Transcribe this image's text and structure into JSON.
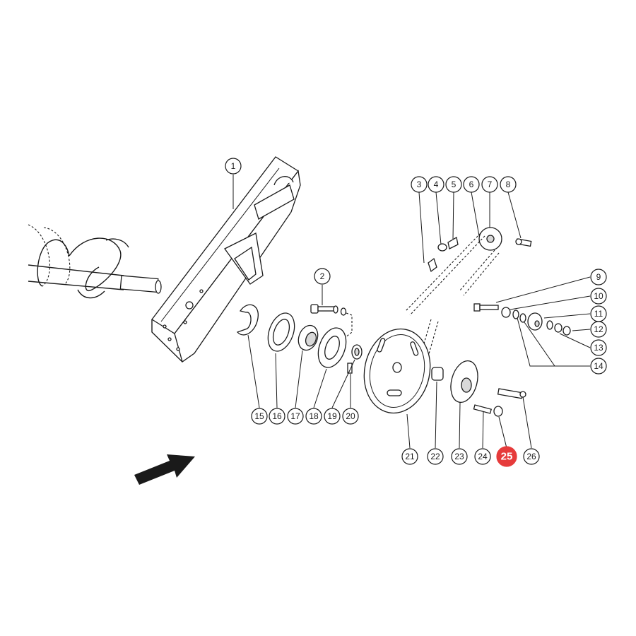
{
  "diagram": {
    "callouts": [
      {
        "id": "1",
        "label": "1",
        "highlight": false
      },
      {
        "id": "2",
        "label": "2",
        "highlight": false
      },
      {
        "id": "3",
        "label": "3",
        "highlight": false
      },
      {
        "id": "4",
        "label": "4",
        "highlight": false
      },
      {
        "id": "5",
        "label": "5",
        "highlight": false
      },
      {
        "id": "6",
        "label": "6",
        "highlight": false
      },
      {
        "id": "7",
        "label": "7",
        "highlight": false
      },
      {
        "id": "8",
        "label": "8",
        "highlight": false
      },
      {
        "id": "9",
        "label": "9",
        "highlight": false
      },
      {
        "id": "10",
        "label": "10",
        "highlight": false
      },
      {
        "id": "11",
        "label": "11",
        "highlight": false
      },
      {
        "id": "12",
        "label": "12",
        "highlight": false
      },
      {
        "id": "13",
        "label": "13",
        "highlight": false
      },
      {
        "id": "14",
        "label": "14",
        "highlight": false
      },
      {
        "id": "15",
        "label": "15",
        "highlight": false
      },
      {
        "id": "16",
        "label": "16",
        "highlight": false
      },
      {
        "id": "17",
        "label": "17",
        "highlight": false
      },
      {
        "id": "18",
        "label": "18",
        "highlight": false
      },
      {
        "id": "19",
        "label": "19",
        "highlight": false
      },
      {
        "id": "20",
        "label": "20",
        "highlight": false
      },
      {
        "id": "21",
        "label": "21",
        "highlight": false
      },
      {
        "id": "22",
        "label": "22",
        "highlight": false
      },
      {
        "id": "23",
        "label": "23",
        "highlight": false
      },
      {
        "id": "24",
        "label": "24",
        "highlight": false
      },
      {
        "id": "25",
        "label": "25",
        "highlight": true
      },
      {
        "id": "26",
        "label": "26",
        "highlight": false
      }
    ],
    "colors": {
      "line": "#1a1a1a",
      "highlight": "#e63b3b",
      "background": "#ffffff"
    }
  }
}
